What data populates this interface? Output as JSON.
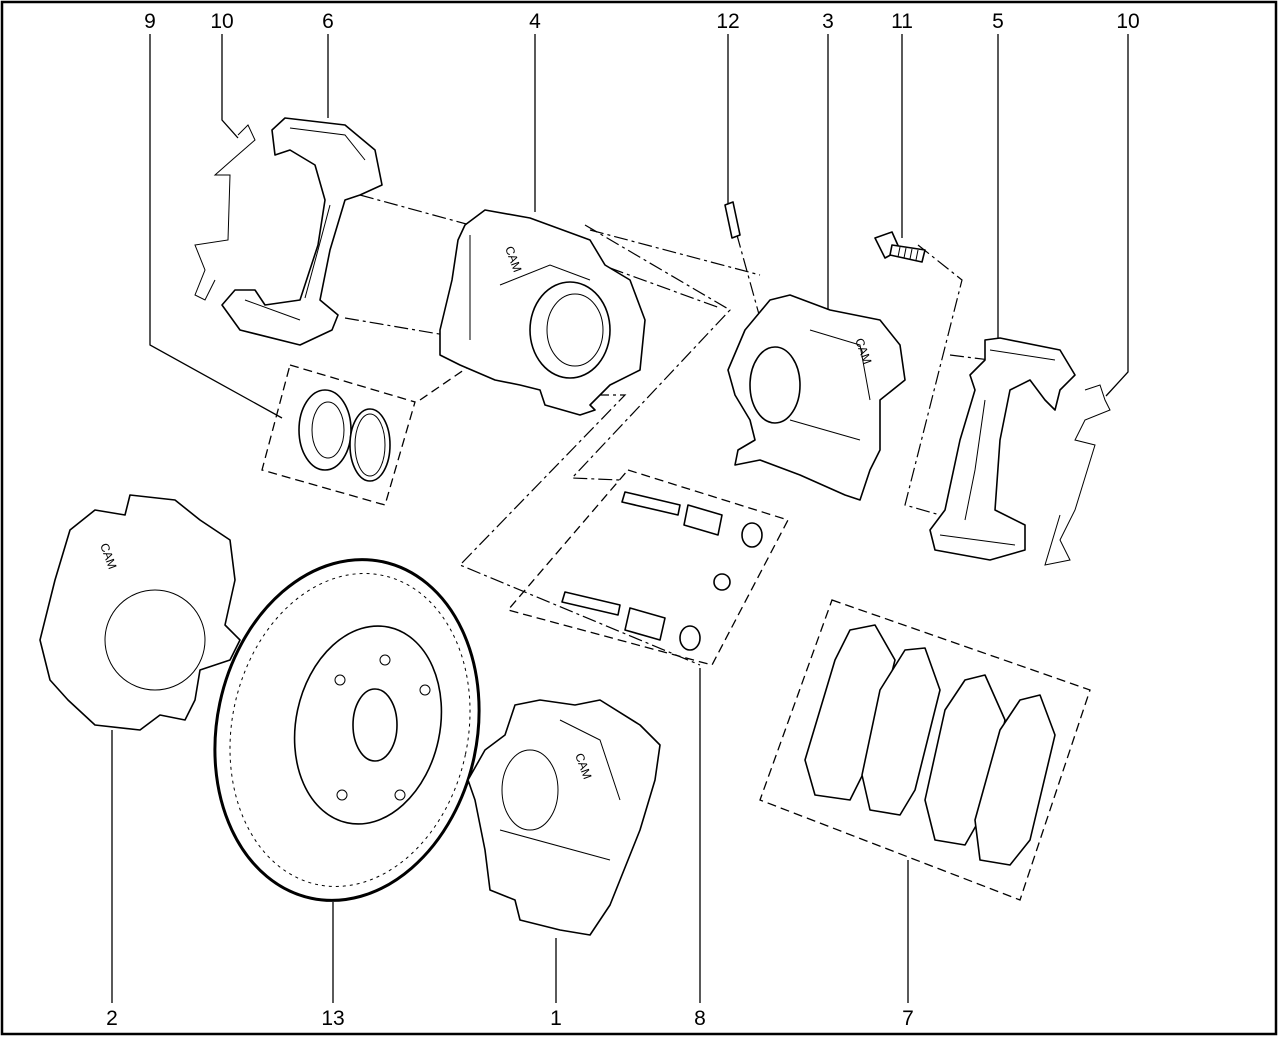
{
  "diagram": {
    "type": "exploded-parts-view",
    "callouts_top": [
      {
        "label": "9",
        "part": "piston-seal-kit"
      },
      {
        "label": "10",
        "part": "anti-rattle-spring-left"
      },
      {
        "label": "6",
        "part": "caliper-bracket-left"
      },
      {
        "label": "4",
        "part": "caliper-body-left"
      },
      {
        "label": "12",
        "part": "bleed-screw"
      },
      {
        "label": "3",
        "part": "caliper-body-right"
      },
      {
        "label": "11",
        "part": "bracket-bolt"
      },
      {
        "label": "5",
        "part": "caliper-bracket-right"
      },
      {
        "label": "10",
        "part": "anti-rattle-spring-right"
      }
    ],
    "callouts_bottom": [
      {
        "label": "2",
        "part": "caliper-assembly-left"
      },
      {
        "label": "13",
        "part": "brake-disc"
      },
      {
        "label": "1",
        "part": "caliper-assembly-right"
      },
      {
        "label": "8",
        "part": "guide-pin-kit"
      },
      {
        "label": "7",
        "part": "brake-pad-set"
      }
    ],
    "caliper_marking": "CAM"
  }
}
